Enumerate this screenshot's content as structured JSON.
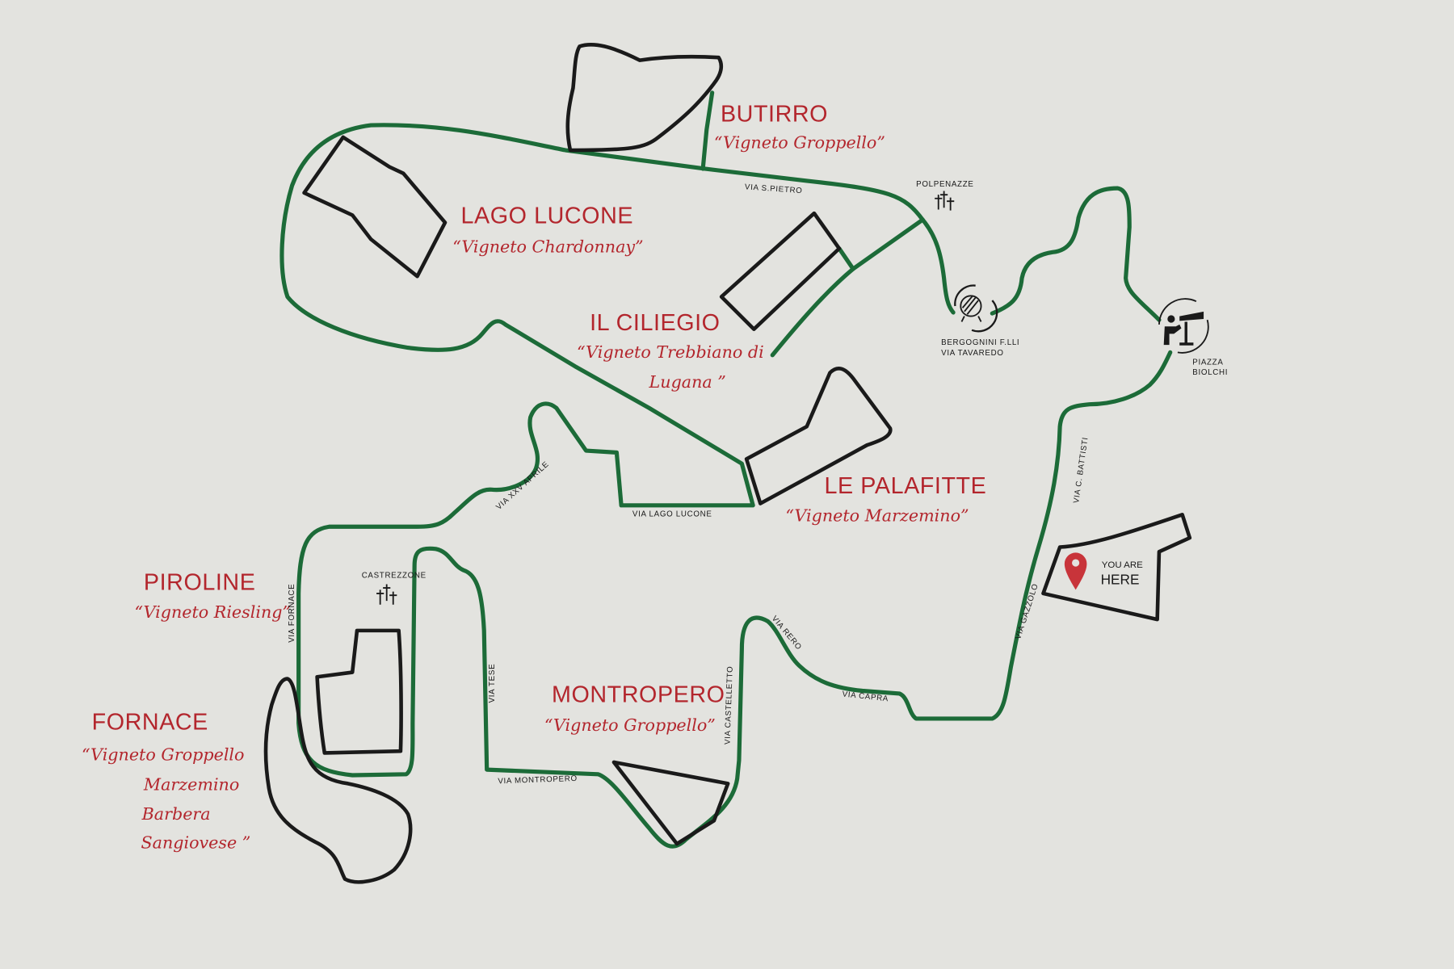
{
  "vineyards": [
    {
      "name": "BUTIRRO",
      "variety": "“Vigneto Groppello”"
    },
    {
      "name": "LAGO LUCONE",
      "variety": "“Vigneto Chardonnay”"
    },
    {
      "name": "IL CILIEGIO",
      "variety_line1": "“Vigneto Trebbiano di",
      "variety_line2": "Lugana ”"
    },
    {
      "name": "LE PALAFITTE",
      "variety": "“Vigneto Marzemino”"
    },
    {
      "name": "PIROLINE",
      "variety": "“Vigneto Riesling”"
    },
    {
      "name": "MONTROPERO",
      "variety": "“Vigneto Groppello”"
    },
    {
      "name": "FORNACE",
      "variety_lines": [
        "“Vigneto Groppello",
        "Marzemino",
        "Barbera",
        "Sangiovese ”"
      ]
    }
  ],
  "streets": {
    "s_pietro": "VIA S.PIETRO",
    "xxv_aprile": "VIA XXV APRILE",
    "lago_lucone": "VIA LAGO LUCONE",
    "fornace": "VIA FORNACE",
    "tese": "VIA TESE",
    "montropero": "VIA MONTROPERO",
    "castelletto": "VIA CASTELLETTO",
    "rero": "VIA RERO",
    "capra": "VIA CAPRA",
    "gazzolo": "VIA GAZZOLO",
    "c_battisti": "VIA C. BATTISTI"
  },
  "places": {
    "polpenazze": "POLPENAZZE",
    "castrezzone": "CASTREZZONE",
    "bergognini_line1": "BERGOGNINI F.LLI",
    "bergognini_line2": "VIA TAVAREDO",
    "piazza_line1": "PIAZZA",
    "piazza_line2": "BIOLCHI"
  },
  "you_are_here": {
    "line1": "YOU ARE",
    "line2": "HERE"
  },
  "colors": {
    "road": "#1c6b38",
    "text": "#b3262d",
    "pin": "#c8343a",
    "wall": "#e3e3df"
  }
}
